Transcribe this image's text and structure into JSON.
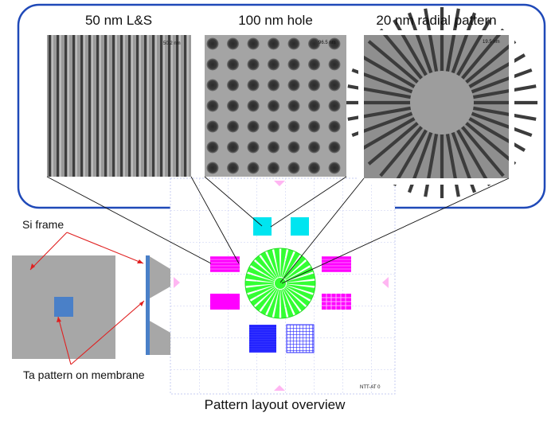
{
  "panels": [
    {
      "title": "50 nm L&S",
      "scale_text": "50.2 nm"
    },
    {
      "title": "100 nm hole",
      "scale_text": "96.5 nm"
    },
    {
      "title": "20 nm radial pattern",
      "scale_text": "19.5 nm"
    }
  ],
  "labels": {
    "si_frame": "Si frame",
    "ta_pattern": "Ta pattern on membrane",
    "layout_caption": "Pattern layout overview",
    "layout_id": "NTT-AT 0"
  },
  "colors": {
    "frame_border": "#1f49b8",
    "arrow": "#e02020",
    "magenta": "#ff00ff",
    "cyan": "#00e5f0",
    "green": "#33ff33",
    "blue": "#2a2aff",
    "si_gray": "#a7a7a7",
    "membrane_blue": "#4a80c8",
    "grid": "#b9c0ee",
    "marker_pink": "#ffb6f2"
  }
}
